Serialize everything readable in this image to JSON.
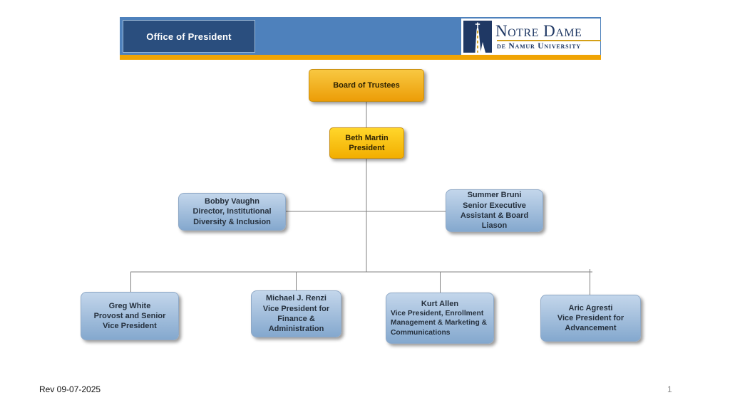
{
  "header": {
    "title": "Office of President",
    "logo": {
      "name": "Notre Dame",
      "subtitle": "de Namur University"
    }
  },
  "org_chart": {
    "nodes": [
      {
        "id": "board-of-trustees",
        "name": "Board of Trustees",
        "title": "",
        "style": "gold"
      },
      {
        "id": "president",
        "name": "Beth Martin",
        "title": "President",
        "style": "gold"
      },
      {
        "id": "director-diversity",
        "name": "Bobby Vaughn",
        "title": "Director, Institutional\nDiversity & Inclusion",
        "style": "blue"
      },
      {
        "id": "executive-assistant",
        "name": "Summer Bruni",
        "title": "Senior Executive\nAssistant & Board\nLiason",
        "style": "blue"
      },
      {
        "id": "provost",
        "name": "Greg White",
        "title": "Provost and Senior\nVice President",
        "style": "blue"
      },
      {
        "id": "vp-finance",
        "name": "Michael J. Renzi",
        "title": "Vice President for\nFinance &\nAdministration",
        "style": "blue"
      },
      {
        "id": "vp-enrollment",
        "name": "Kurt Allen",
        "title": "Vice President, Enrollment\nManagement & Marketing &\nCommunications",
        "style": "blue"
      },
      {
        "id": "vp-advancement",
        "name": "Aric Agresti",
        "title": "Vice President for\nAdvancement",
        "style": "blue"
      }
    ],
    "colors": {
      "banner_blue": "#4E81BC",
      "title_box_blue": "#2A4E7E",
      "gold_accent": "#F0A404",
      "gold_node_top": "#F8C842",
      "gold_node_bottom": "#EC9D07",
      "blue_node_top": "#C3D6EB",
      "blue_node_bottom": "#84A8CE",
      "logo_navy": "#1F3864",
      "connector_gray": "#808080"
    }
  },
  "footer": {
    "revision": "Rev 09-07-2025",
    "page_number": "1"
  }
}
